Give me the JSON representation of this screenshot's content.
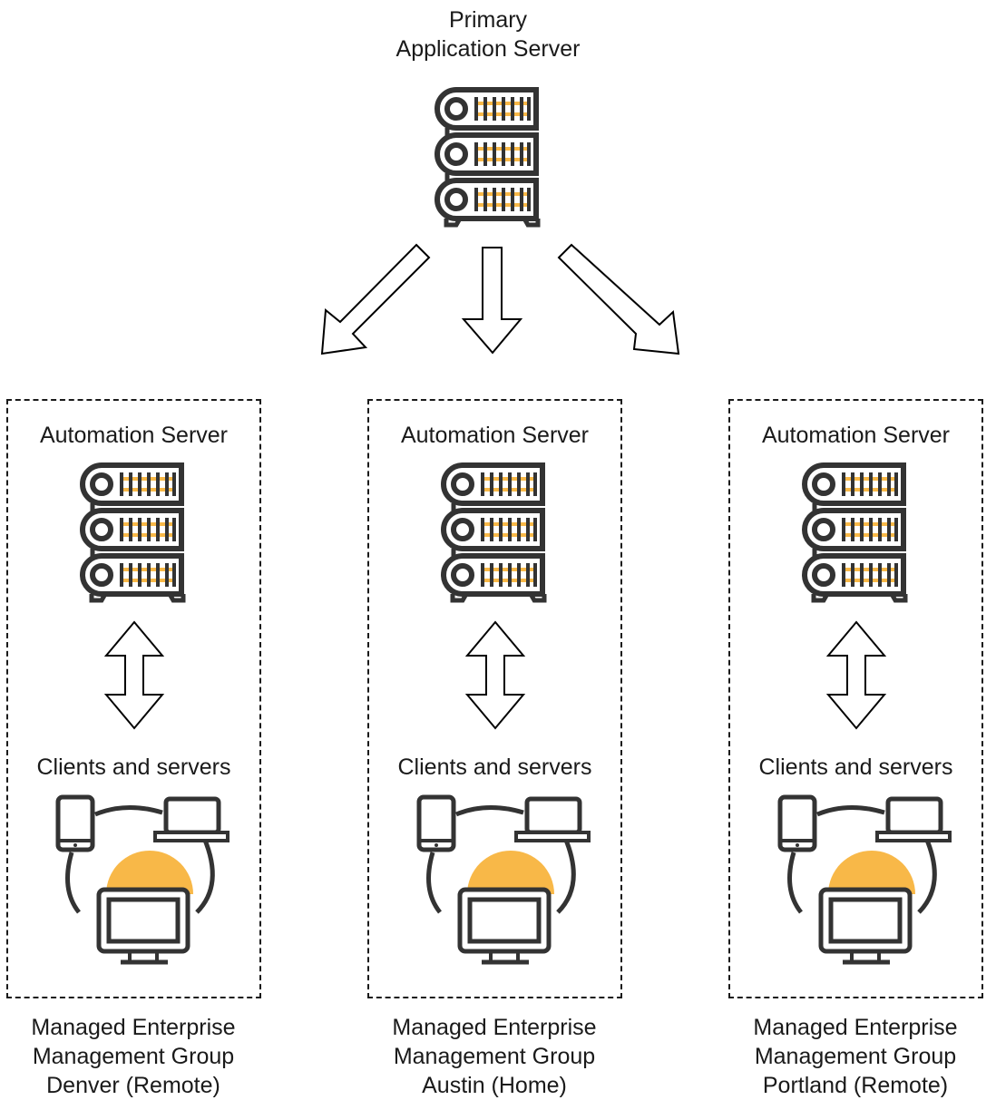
{
  "primary": {
    "title_lines": [
      "Primary",
      "Application Server"
    ],
    "icon": "server-rack-icon"
  },
  "connectors": {
    "distribution_arrows": [
      "arrow-down-left-icon",
      "arrow-down-icon",
      "arrow-down-right-icon"
    ],
    "bidirectional_arrow": "double-arrow-vertical-icon"
  },
  "groups": [
    {
      "server_label": "Automation Server",
      "clients_label": "Clients and servers",
      "caption_lines": [
        "Managed Enterprise",
        "Management Group",
        "Denver (Remote)"
      ]
    },
    {
      "server_label": "Automation Server",
      "clients_label": "Clients and servers",
      "caption_lines": [
        "Managed Enterprise",
        "Management Group",
        "Austin (Home)"
      ]
    },
    {
      "server_label": "Automation Server",
      "clients_label": "Clients and servers",
      "caption_lines": [
        "Managed Enterprise",
        "Management Group",
        "Portland (Remote)"
      ]
    }
  ],
  "colors": {
    "icon_stroke": "#333333",
    "accent": "#f8b848"
  }
}
